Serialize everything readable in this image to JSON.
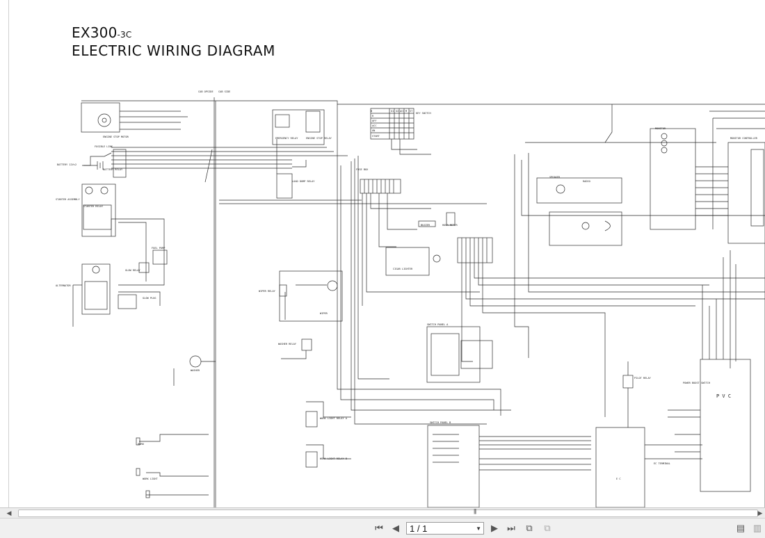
{
  "document": {
    "title": "EX300",
    "title_suffix": "-3C",
    "subtitle": "ELECTRIC WIRING DIAGRAM"
  },
  "diagram_labels": {
    "key_switch": "KEY SWITCH",
    "key_positions": [
      "B",
      "G1",
      "G2",
      "ACC",
      "M",
      "ST"
    ],
    "key_rows": [
      "R",
      "OFF",
      "ACC",
      "ON",
      "START"
    ],
    "battery": "BATTERY 12V×2",
    "battery_relay": "BATTERY RELAY",
    "fusible_link": "FUSIBLE LINK",
    "starter_assembly": "STARTER ASSEMBLY",
    "starter_relay": "STARTER RELAY",
    "alternator": "ALTERNATOR",
    "glow_relay": "GLOW RELAY",
    "glow_plug": "GLOW PLUG",
    "fuel_pump": "FUEL PUMP",
    "engine_stop_motor": "ENGINE STOP MOTOR",
    "emergency_relay": "EMERGENCY RELAY",
    "engine_stop_relay": "ENGINE STOP RELAY",
    "load_dump_relay": "LOAD DUMP RELAY",
    "fuse_box": "FUSE BOX",
    "wiper_relay": "WIPER RELAY",
    "wiper": "WIPER",
    "washer": "WASHER",
    "washer_relay": "WASHER RELAY",
    "horn": "HORN",
    "work_light": "WORK LIGHT",
    "work_light_relay_a": "WORK LIGHT RELAY A",
    "work_light_relay_b": "WORK LIGHT RELAY B",
    "switch_panel_a": "SWITCH PANEL A",
    "switch_panel_b": "SWITCH PANEL B",
    "hour_meter": "HOUR METER",
    "buzzer": "BUZZER",
    "monitor": "MONITOR",
    "monitor_controller": "MONITOR CONTROLLER",
    "cab_side": "CAB SIDE",
    "engine_side": "CAB OPSIDE",
    "pvc": "P V C",
    "ec": "E C",
    "ec_terminal": "EC TERMINAL",
    "power_boost_switch": "POWER BOOST SWITCH",
    "pilot_relay": "PILOT RELAY",
    "speaker": "SPEAKER",
    "cigar_lighter": "CIGAR LIGHTER",
    "radio": "RADIO"
  },
  "viewer": {
    "page_current": "1 / 1",
    "buttons": {
      "first_page": "first-page",
      "previous_page": "previous-page",
      "next_page": "next-page",
      "last_page": "last-page"
    }
  },
  "colors": {
    "ink": "#222222",
    "toolbar_bg": "#f0f0f0",
    "scroll_bg": "#ececec"
  }
}
